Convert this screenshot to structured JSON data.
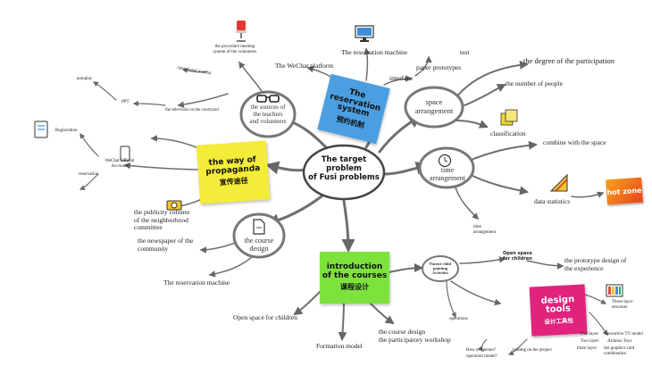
{
  "center": {
    "line1": "The target",
    "line2": "problem",
    "line3": "of Fusi problems"
  },
  "stickies": {
    "propaganda": {
      "en1": "the way of",
      "en2": "propaganda",
      "zh": "宣传途径",
      "color": "#f4ec3a"
    },
    "reservation": {
      "en1": "The",
      "en2": "reservation",
      "en3": "system",
      "zh": "预约机制",
      "color": "#4b9fe1"
    },
    "courses": {
      "en1": "introduction",
      "en2": "of the courses",
      "zh": "课程设计",
      "color": "#7ee23c"
    }
  },
  "ovals": {
    "sources": {
      "l1": "the sources of",
      "l2": "the teachers",
      "l3": "and volunteers"
    },
    "space": {
      "l1": "space",
      "l2": "arrangement"
    },
    "time": {
      "l1": "time",
      "l2": "arrangement"
    },
    "course_design": {
      "l1": "the course",
      "l2": "design"
    },
    "parent_child": {
      "l1": "Parent-child",
      "l2": "painting",
      "l3": "Activities"
    }
  },
  "labels": {
    "procedure": "the procedure meeting system of the volunteers",
    "operational": "operational manual",
    "wechat_platform": "The WeChat platform",
    "reservation_machine_top": "The reservation machine",
    "test": "test",
    "paper_prototypes": "paper prototypes",
    "interface": "interface",
    "participation": "the degree of the participation",
    "number_people": "the number of people",
    "classification": "classification",
    "combine_space": "combine with the space",
    "data_statistics": "data statistics",
    "hot_zone": "hot zone",
    "time_arrangement_small": "time arrangement",
    "autoplay": "autoplay",
    "ppt": "PPT",
    "tv_courtyard": "the television in the courtyard",
    "registration": "Registration",
    "wechat_official": "WeChat Official Accounts",
    "reservation_small": "reservation",
    "publicity_column": "the publicity column of the neighborhood committee",
    "newspaper": "the newspaper of the community",
    "reservation_machine_bottom": "The reservation machine",
    "open_space_children_top": "Open space for children",
    "prototype_design": "the prototype design of the experience",
    "design_tools_a": "design",
    "design_tools_b": "tools",
    "design_tools_zh": "设计工具包",
    "three_layer": "Three-layer structure",
    "interactive_tv": "Interactive TV model",
    "arduino": "Arduino Toys",
    "set_graphics": "Set graphics card combination",
    "two_layer": "Two layer:",
    "three_layer2": "three layer:",
    "one_layer": "One layer:",
    "landing": "landing on the project",
    "how_operate": "How to operate?",
    "operation_model": "operation model?",
    "operations": "operations",
    "open_space_children_bottom": "Open space for children",
    "formation_model": "Formation model",
    "course_design_workshop_1": "the course design",
    "course_design_workshop_2": "the participatory workshop"
  },
  "icons": {
    "chair": "office-chair-icon",
    "monitor": "monitor-icon",
    "glasses": "glasses-icon",
    "notes": "sticky-notes-icon",
    "clock": "clock-icon",
    "ruler": "ruler-icon",
    "phone": "phone-icon",
    "tablet": "tablet-icon",
    "camera": "camera-icon",
    "document": "document-icon",
    "tv": "tv-icon"
  }
}
